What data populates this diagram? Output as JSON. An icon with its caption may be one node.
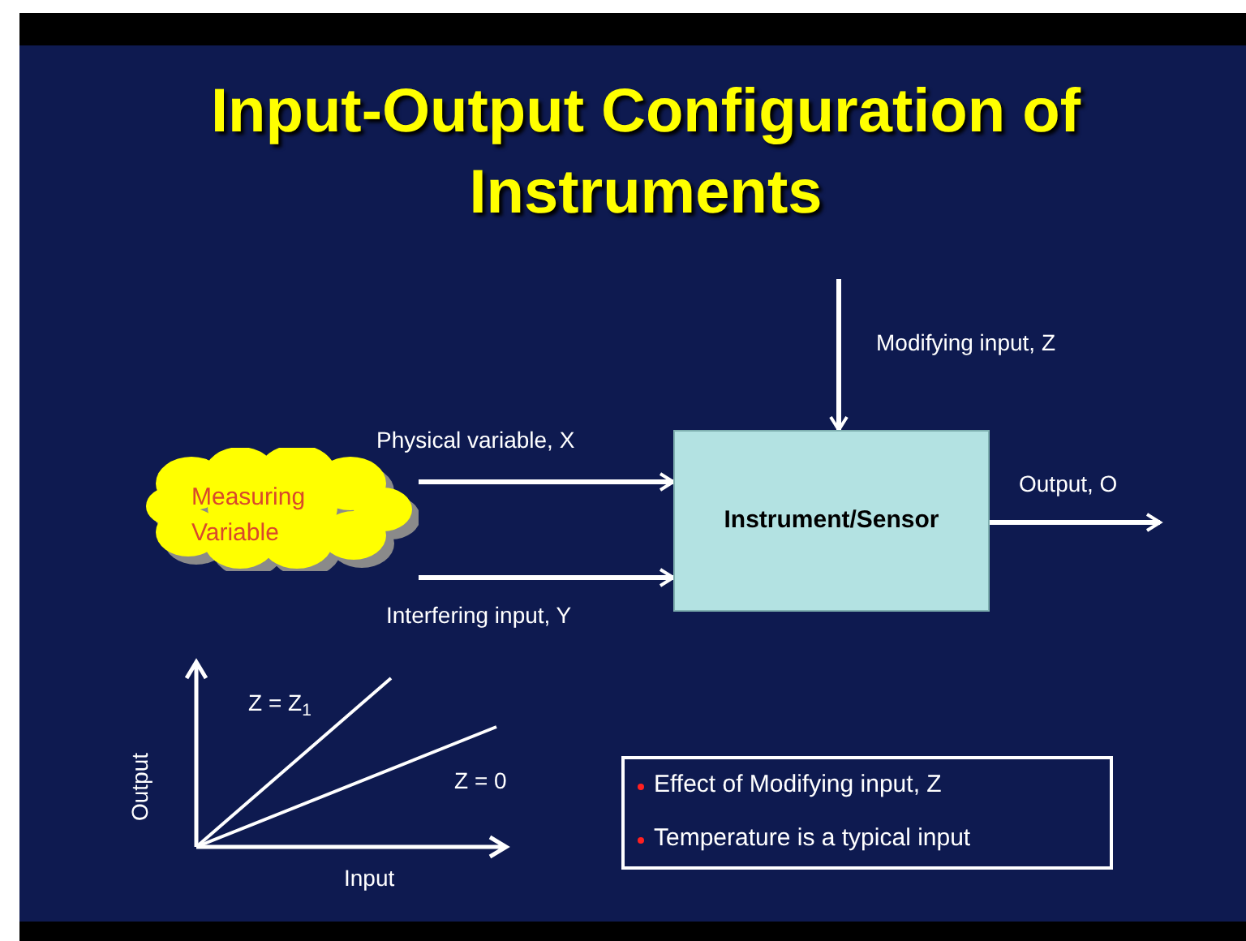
{
  "diagram": {
    "title": "Input-Output Configuration of Instruments",
    "nodes": [
      {
        "text": [
          "Measuring Variable"
        ]
      },
      {
        "text": [
          "Instrument/Sensor"
        ]
      },
      {
        "text": [
          "Effect of Modifying input, Z",
          "Temperature is a typical input"
        ]
      }
    ],
    "edges": [
      {
        "from": 0,
        "to": 1,
        "arrow": "to",
        "label": "Physical variable, X"
      },
      {
        "from": 0,
        "to": 1,
        "arrow": "to",
        "label": "Interfering input, Y"
      },
      {
        "from": null,
        "to": 1,
        "arrow": "to",
        "label": "Modifying input, Z"
      },
      {
        "from": 1,
        "to": null,
        "arrow": "to",
        "label": "Output, O"
      }
    ],
    "labels": [
      "Z = Z$_{1}$",
      "Z = 0",
      "Output",
      "Input"
    ]
  }
}
